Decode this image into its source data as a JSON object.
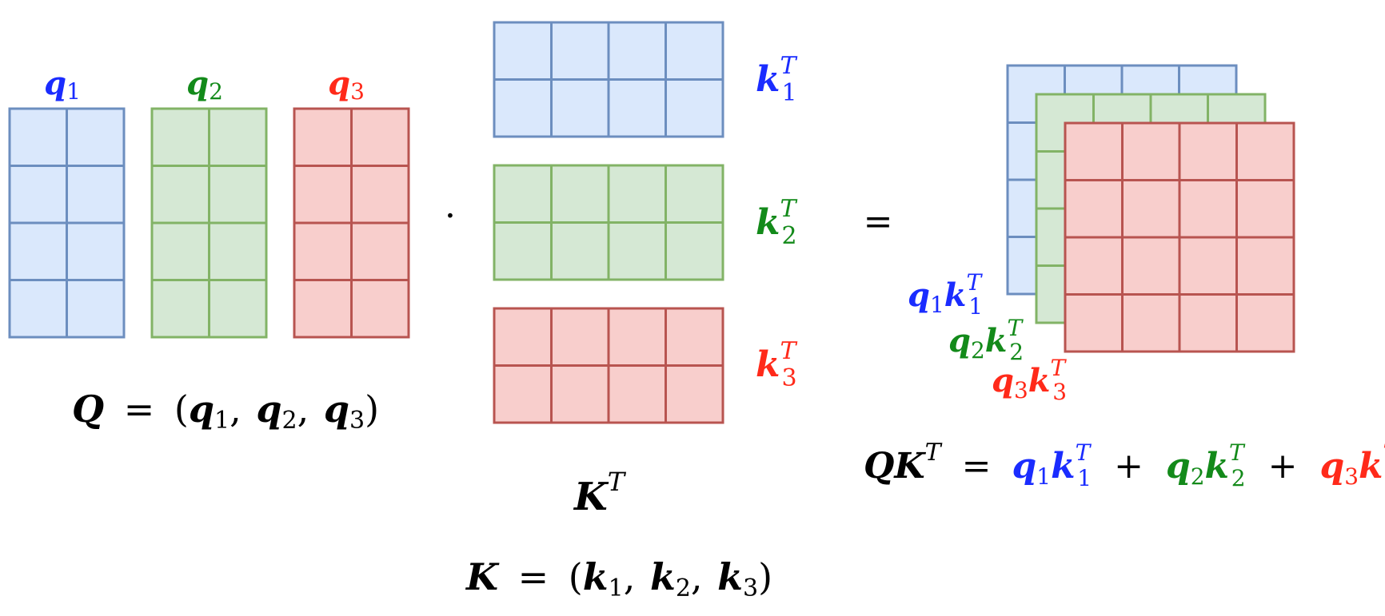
{
  "colors": {
    "blue": {
      "fill": "#dae8fc",
      "stroke": "#6c8ebf",
      "text": "#1a2cff"
    },
    "green": {
      "fill": "#d5e8d4",
      "stroke": "#82b366",
      "text": "#138a1a"
    },
    "red": {
      "fill": "#f8cecc",
      "stroke": "#b85450",
      "text": "#ff2a1a"
    },
    "ink": "#000000"
  },
  "symbols": {
    "dot": "·",
    "equals": "=",
    "plus": "+",
    "comma": ",",
    "open_paren": "(",
    "close_paren": ")"
  },
  "q_labels": [
    {
      "base": "q",
      "sub": "1",
      "color": "blue"
    },
    {
      "base": "q",
      "sub": "2",
      "color": "green"
    },
    {
      "base": "q",
      "sub": "3",
      "color": "red"
    }
  ],
  "k_labels": [
    {
      "base": "k",
      "sub": "1",
      "sup": "T",
      "color": "blue"
    },
    {
      "base": "k",
      "sub": "2",
      "sup": "T",
      "color": "green"
    },
    {
      "base": "k",
      "sub": "3",
      "sup": "T",
      "color": "red"
    }
  ],
  "product_labels": [
    {
      "q": "q",
      "qsub": "1",
      "k": "k",
      "ksub": "1",
      "sup": "T",
      "color": "blue"
    },
    {
      "q": "q",
      "qsub": "2",
      "k": "k",
      "ksub": "2",
      "sup": "T",
      "color": "green"
    },
    {
      "q": "q",
      "qsub": "3",
      "k": "k",
      "ksub": "3",
      "sup": "T",
      "color": "red"
    }
  ],
  "q_equation": {
    "lhs": "Q",
    "terms": [
      "q",
      "q",
      "q"
    ],
    "subs": [
      "1",
      "2",
      "3"
    ]
  },
  "k_transpose_label": {
    "base": "K",
    "sup": "T"
  },
  "k_equation": {
    "lhs": "K",
    "terms": [
      "k",
      "k",
      "k"
    ],
    "subs": [
      "1",
      "2",
      "3"
    ]
  },
  "result_equation": {
    "lhs_a": "Q",
    "lhs_b": "K",
    "sup": "T"
  },
  "grids": {
    "q_columns": {
      "rows": 4,
      "cols": 2
    },
    "k_rows": {
      "rows": 2,
      "cols": 4
    },
    "result_layers": {
      "rows": 4,
      "cols": 4
    }
  }
}
